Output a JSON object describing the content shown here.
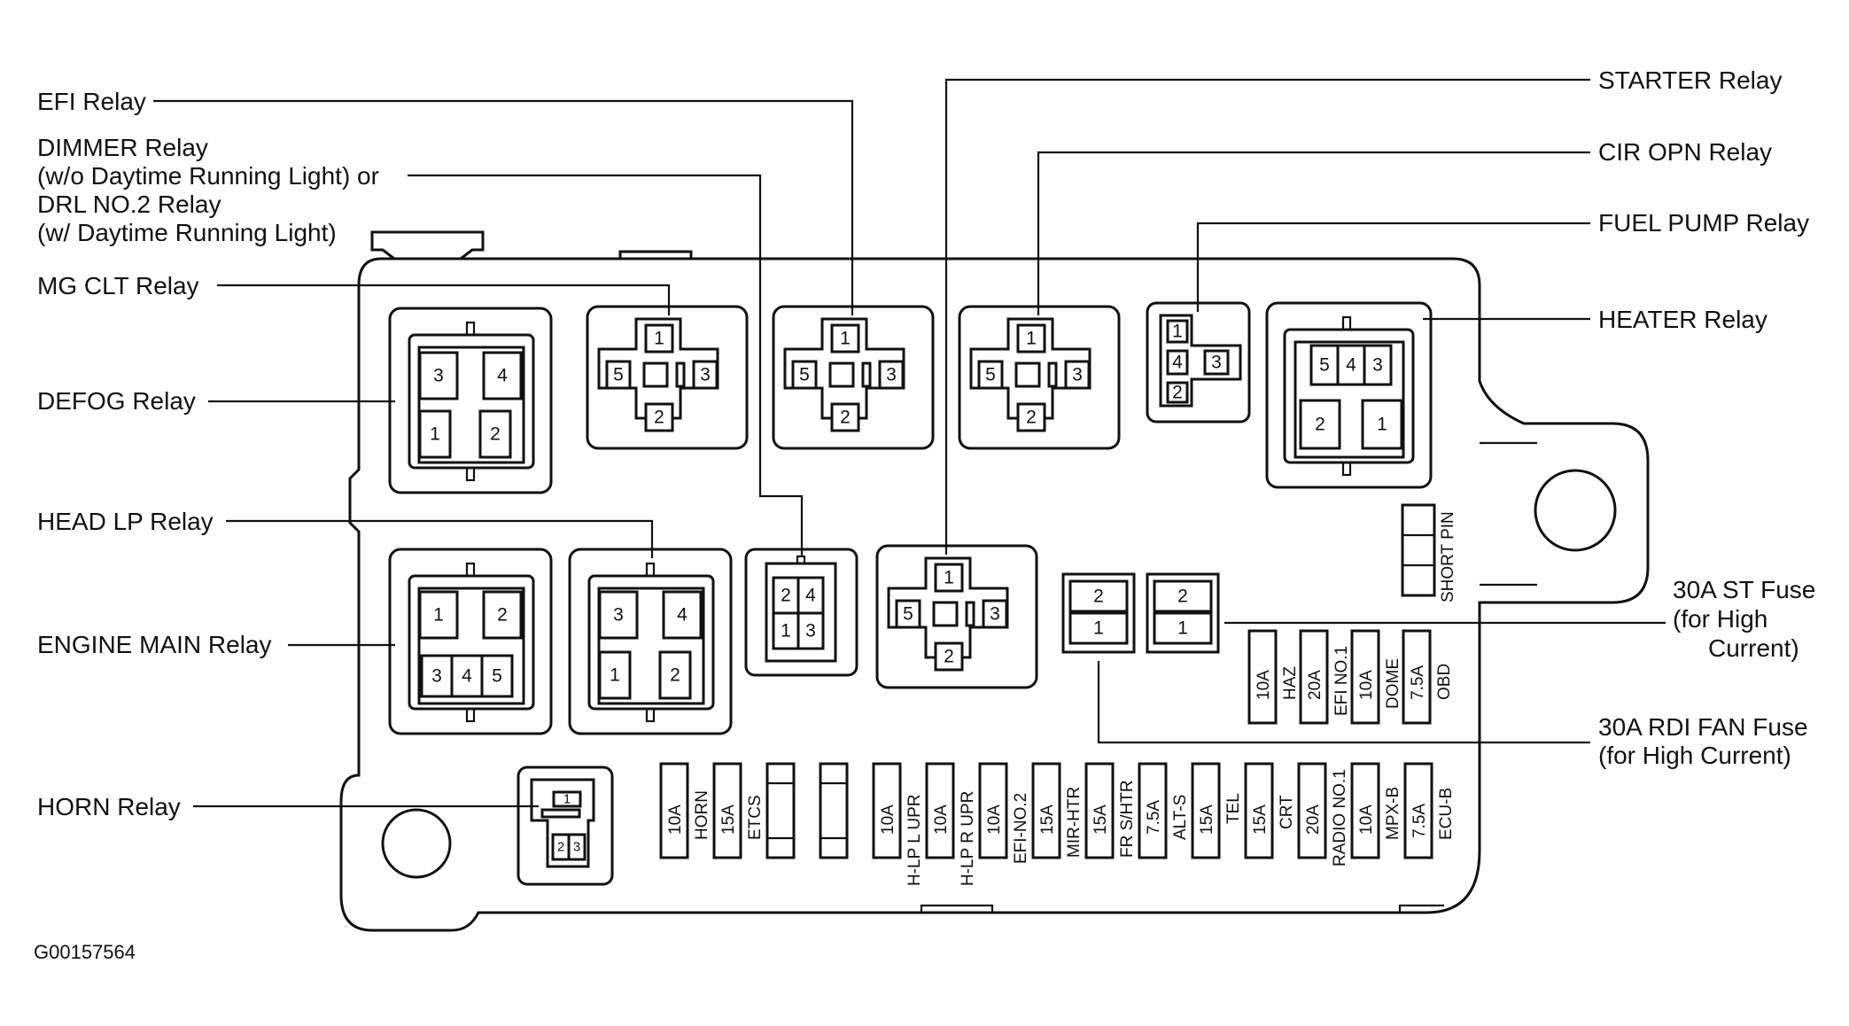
{
  "diagram_id": "G00157564",
  "left_labels": {
    "efi": "EFI Relay",
    "dimmer_1": "DIMMER Relay",
    "dimmer_2": "(w/o Daytime Running Light) or",
    "dimmer_3": "DRL NO.2 Relay",
    "dimmer_4": "(w/ Daytime Running Light)",
    "mgclt": "MG CLT Relay",
    "defog": "DEFOG Relay",
    "headlp": "HEAD LP Relay",
    "enginemain": "ENGINE MAIN Relay",
    "horn": "HORN Relay"
  },
  "right_labels": {
    "starter": "STARTER Relay",
    "ciropn": "CIR OPN Relay",
    "fuelpump": "FUEL PUMP Relay",
    "heater": "HEATER Relay",
    "st_fuse_1": "30A ST Fuse",
    "st_fuse_2": "(for High",
    "st_fuse_3": "Current)",
    "rdi_fuse_1": "30A RDI FAN Fuse",
    "rdi_fuse_2": "(for High Current)"
  },
  "short_pin": "SHORT PIN",
  "right_fuses": [
    {
      "amp": "10A",
      "name": "HAZ"
    },
    {
      "amp": "20A",
      "name": "EFI NO.1"
    },
    {
      "amp": "10A",
      "name": "DOME"
    },
    {
      "amp": "7.5A",
      "name": "OBD"
    }
  ],
  "bottom_fuses": [
    {
      "amp": "10A",
      "name": "HORN"
    },
    {
      "amp": "15A",
      "name": "ETCS"
    },
    {
      "amp": "",
      "name": ""
    },
    {
      "amp": "",
      "name": ""
    },
    {
      "amp": "10A",
      "name": "H-LP L UPR"
    },
    {
      "amp": "10A",
      "name": "H-LP R UPR"
    },
    {
      "amp": "10A",
      "name": "EFI-NO.2"
    },
    {
      "amp": "15A",
      "name": "MIR-HTR"
    },
    {
      "amp": "15A",
      "name": "FR S/HTR"
    },
    {
      "amp": "7.5A",
      "name": "ALT-S"
    },
    {
      "amp": "15A",
      "name": "TEL"
    },
    {
      "amp": "15A",
      "name": "CRT"
    },
    {
      "amp": "20A",
      "name": "RADIO NO.1"
    },
    {
      "amp": "10A",
      "name": "MPX-B"
    },
    {
      "amp": "7.5A",
      "name": "ECU-B"
    }
  ],
  "pins": {
    "one": "1",
    "two": "2",
    "three": "3",
    "four": "4",
    "five": "5"
  }
}
